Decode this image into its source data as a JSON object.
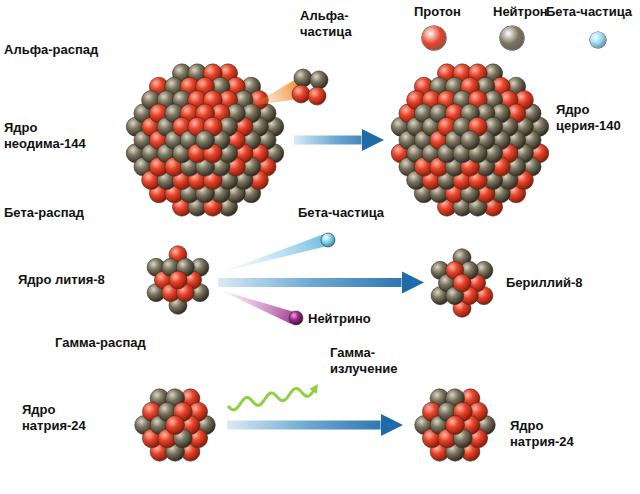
{
  "diagram": {
    "nodes": [
      {
        "text": [
          "Ядро неодима-144"
        ]
      },
      {
        "text": [
          "Ядро церия-140"
        ]
      },
      {
        "text": [
          "Ядро лития-8"
        ]
      },
      {
        "text": [
          "Бериллий-8"
        ]
      },
      {
        "text": [
          "Ядро натрия-24"
        ]
      },
      {
        "text": [
          "Ядро натрия-24"
        ]
      }
    ],
    "edges": [
      {
        "from": 0,
        "to": 1,
        "arrow": "to"
      },
      {
        "from": 2,
        "to": 3,
        "arrow": "to"
      },
      {
        "from": 4,
        "to": 5,
        "arrow": "to"
      }
    ],
    "labels": [
      "Альфа-распад",
      "Альфа-частица",
      "Бета-распад",
      "Бета-частица",
      "Нейтрино",
      "Гамма-распад",
      "Гамма-излучение"
    ],
    "legend": [
      {
        "text": "Протон",
        "color": "#e8432a"
      },
      {
        "text": "Нейтрон",
        "color": "#7a735e"
      },
      {
        "text": "Бета-частица",
        "color": "#8fd6f0"
      }
    ]
  }
}
